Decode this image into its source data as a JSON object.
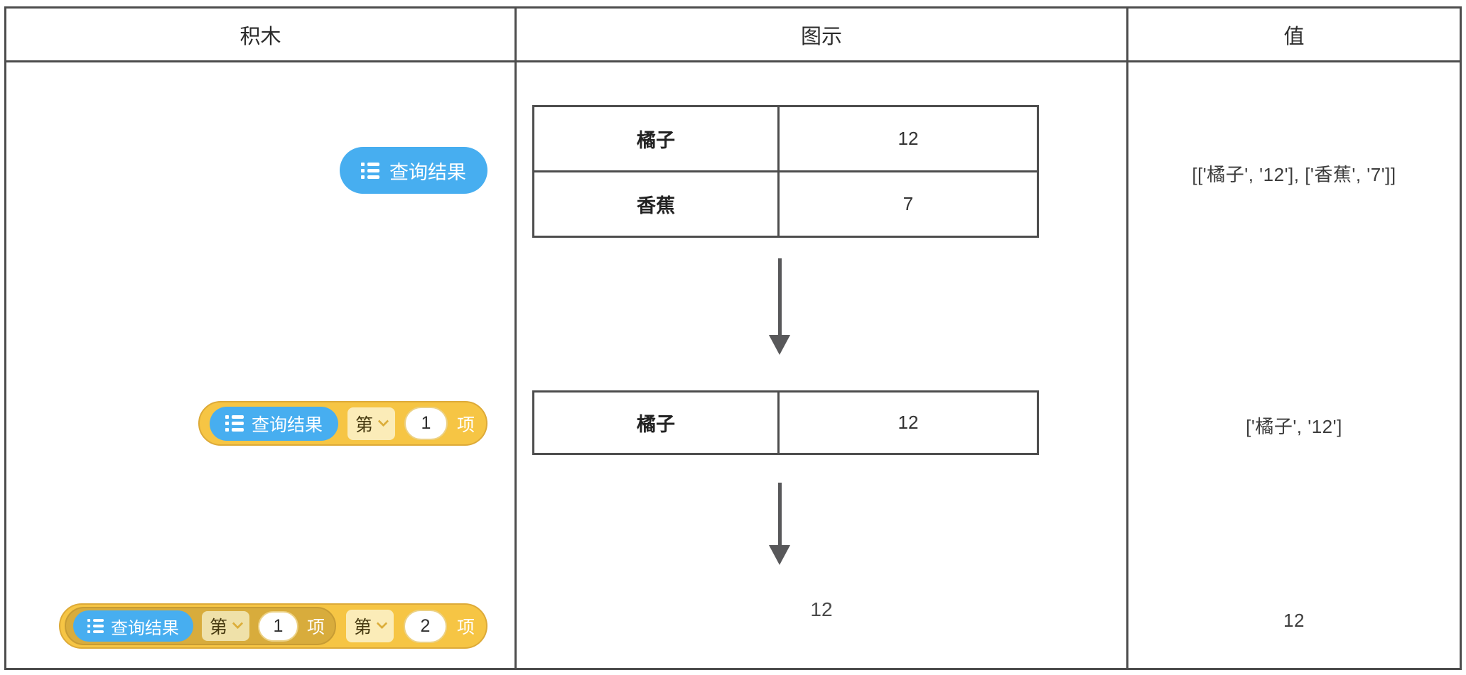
{
  "headers": {
    "blocks": "积木",
    "diagram": "图示",
    "value": "值"
  },
  "colors": {
    "block_blue": "#47aef0",
    "block_yellow": "#f6c544",
    "block_yellow_border": "#ddaa38",
    "block_gold_nested": "#d8ac3c",
    "dropdown_light": "#fbecb8",
    "dropdown_muted": "#efe1a9",
    "table_border": "#4d4d4d",
    "arrow_gray": "#58585a"
  },
  "rows": [
    {
      "block": {
        "icon": "list-icon",
        "label": "查询结果"
      },
      "value": "[['橘子', '12'], ['香蕉', '7']]"
    },
    {
      "block": {
        "icon": "list-icon",
        "label": "查询结果",
        "ordinal": "第",
        "index": "1",
        "suffix": "项"
      },
      "value": "['橘子', '12']"
    },
    {
      "block": {
        "inner": {
          "icon": "list-icon",
          "label": "查询结果",
          "ordinal": "第",
          "index": "1",
          "suffix": "项"
        },
        "ordinal": "第",
        "index": "2",
        "suffix": "项"
      },
      "value": "12"
    }
  ],
  "diagram": {
    "table1": [
      {
        "name": "橘子",
        "count": "12"
      },
      {
        "name": "香蕉",
        "count": "7"
      }
    ],
    "table2": [
      {
        "name": "橘子",
        "count": "12"
      }
    ],
    "result": "12"
  }
}
